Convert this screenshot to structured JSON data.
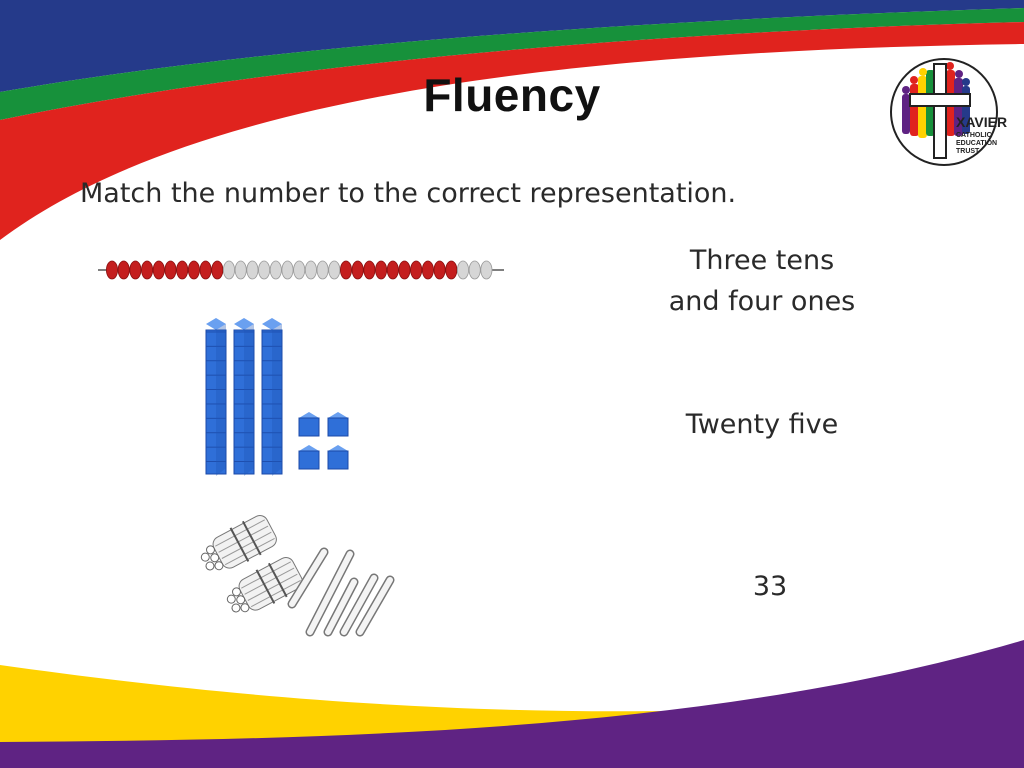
{
  "slide": {
    "title": "Fluency",
    "instruction": "Match the number to the correct representation.",
    "options": [
      {
        "line1": "Three tens",
        "line2": "and four ones"
      },
      {
        "line1": "Twenty five"
      },
      {
        "line1": "33"
      }
    ]
  },
  "logo": {
    "name": "XAVIER",
    "sub1": "CATHOLIC",
    "sub2": "EDUCATION",
    "sub3": "TRUST"
  },
  "representations": {
    "bead_string": {
      "pattern": [
        "red",
        10,
        "grey",
        10,
        "red",
        10,
        "grey",
        3
      ]
    },
    "base_ten": {
      "tens": 3,
      "ones": 4
    },
    "straws": {
      "bundles_of_ten": 2,
      "singles": 5
    }
  },
  "colors": {
    "band_blue": "#253a8a",
    "band_green": "#17913b",
    "band_red": "#e0231e",
    "band_yellow": "#ffd200",
    "band_purple": "#5f2383",
    "bead_red": "#c41e1e",
    "bead_grey": "#d6d6d6",
    "cube_blue": "#2f6fd8"
  }
}
